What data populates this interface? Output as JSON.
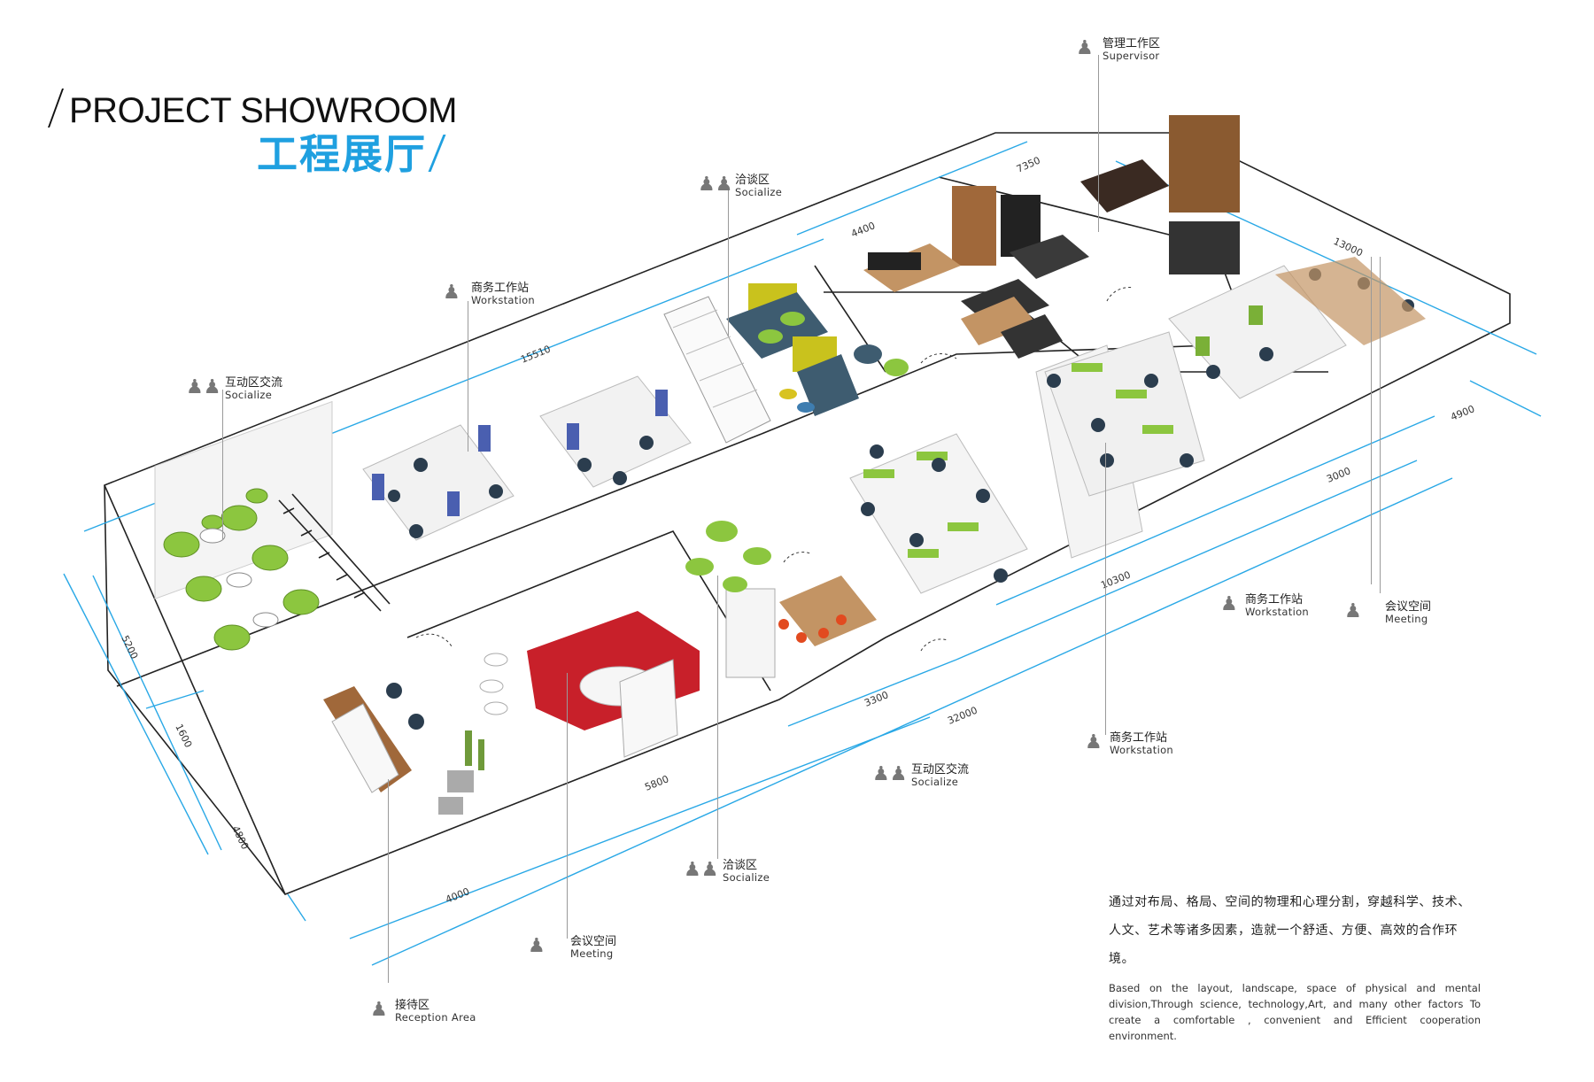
{
  "title": {
    "en": "PROJECT SHOWROOM",
    "cn": "工程展厅"
  },
  "zones": [
    {
      "id": "supervisor",
      "cn": "管理工作区",
      "en": "Supervisor"
    },
    {
      "id": "socialize-top",
      "cn": "洽谈区",
      "en": "Socialize"
    },
    {
      "id": "workstation-top",
      "cn": "商务工作站",
      "en": "Workstation"
    },
    {
      "id": "socialize-left",
      "cn": "互动区交流",
      "en": "Socialize"
    },
    {
      "id": "workstation-right1",
      "cn": "商务工作站",
      "en": "Workstation"
    },
    {
      "id": "meeting-right",
      "cn": "会议空间",
      "en": "Meeting"
    },
    {
      "id": "workstation-right2",
      "cn": "商务工作站",
      "en": "Workstation"
    },
    {
      "id": "socialize-mid",
      "cn": "互动区交流",
      "en": "Socialize"
    },
    {
      "id": "socialize-bottom",
      "cn": "洽谈区",
      "en": "Socialize"
    },
    {
      "id": "meeting-bottom",
      "cn": "会议空间",
      "en": "Meeting"
    },
    {
      "id": "reception",
      "cn": "接待区",
      "en": "Reception Area"
    }
  ],
  "dimensions": [
    "7350",
    "4400",
    "13000",
    "15510",
    "4000",
    "4900",
    "3000",
    "10300",
    "5200",
    "1600",
    "4800",
    "3300",
    "32000",
    "5800",
    "4000"
  ],
  "description": {
    "cn": "通过对布局、格局、空间的物理和心理分割，穿越科学、技术、人文、艺术等诸多因素，造就一个舒适、方便、高效的合作环境。",
    "en": "Based on the layout, landscape, space of physical and mental division,Through science, technology,Art, and many other factors To create a comfortable , convenient and Efficient cooperation environment."
  },
  "colors": {
    "accent": "#1fa0e0",
    "dimension": "#29a8e6",
    "floor_line": "#222222",
    "label_line": "#9a9a9a",
    "seat_green": "#8cc63f",
    "sofa_red": "#c8202a",
    "panel_blue": "#4a5fb0",
    "wood": "#a0683a"
  }
}
